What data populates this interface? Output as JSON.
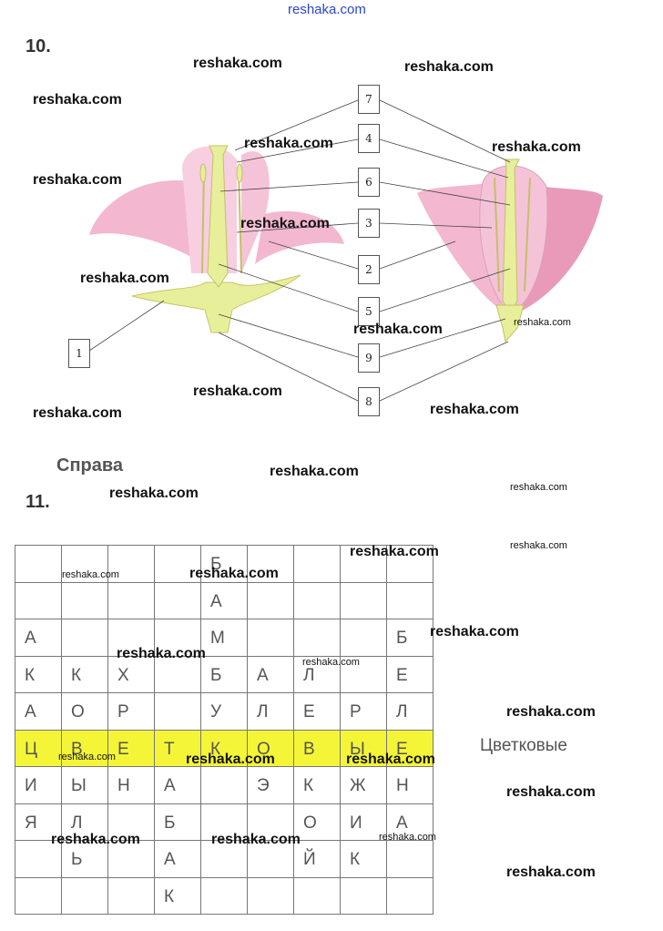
{
  "source_header": "reshaka.com",
  "task10": {
    "number": "10.",
    "labels": [
      "1",
      "2",
      "3",
      "4",
      "5",
      "6",
      "7",
      "8",
      "9"
    ]
  },
  "answer_text": "Справа",
  "task11": {
    "number": "11.",
    "grid": [
      [
        "",
        "",
        "",
        "",
        "Б",
        "",
        "",
        "",
        ""
      ],
      [
        "",
        "",
        "",
        "",
        "А",
        "",
        "",
        "",
        ""
      ],
      [
        "А",
        "",
        "",
        "",
        "М",
        "",
        "",
        "",
        "Б"
      ],
      [
        "К",
        "К",
        "Х",
        "",
        "Б",
        "А",
        "Л",
        "",
        "Е"
      ],
      [
        "А",
        "О",
        "Р",
        "",
        "У",
        "Л",
        "Е",
        "Р",
        "Л"
      ],
      [
        "Ц",
        "В",
        "Е",
        "Т",
        "К",
        "О",
        "В",
        "Ы",
        "Е"
      ],
      [
        "И",
        "Ы",
        "Н",
        "А",
        "",
        "Э",
        "К",
        "Ж",
        "Н"
      ],
      [
        "Я",
        "Л",
        "",
        "Б",
        "",
        "",
        "О",
        "И",
        "А"
      ],
      [
        "",
        "Ь",
        "",
        "А",
        "",
        "",
        "Й",
        "К",
        ""
      ],
      [
        "",
        "",
        "",
        "К",
        "",
        "",
        "",
        "",
        ""
      ]
    ],
    "highlight_row": 5,
    "answer": "Цветковые"
  },
  "watermark": "reshaka.com",
  "colors": {
    "highlight": "#f5f537",
    "petal": "#f3b7cf",
    "pistil": "#e7ef9a"
  }
}
